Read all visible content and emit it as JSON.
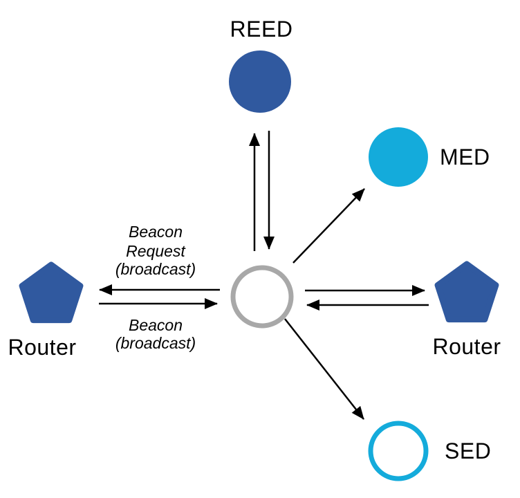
{
  "diagram": {
    "nodes": {
      "reed": {
        "label": "REED"
      },
      "med": {
        "label": "MED"
      },
      "router_left": {
        "label": "Router"
      },
      "router_right": {
        "label": "Router"
      },
      "sed": {
        "label": "SED"
      }
    },
    "annotations": {
      "beacon_request": {
        "lines": [
          "Beacon",
          "Request",
          "(broadcast)"
        ]
      },
      "beacon": {
        "lines": [
          "Beacon",
          "(broadcast)"
        ]
      }
    },
    "colors": {
      "node_blue": "#30599F",
      "node_cyan": "#14ABDB",
      "joiner_ring_gray": "#A8A8A8",
      "arrow_black": "#000000",
      "label_text": "#000000",
      "background": "#FFFFFF"
    }
  }
}
